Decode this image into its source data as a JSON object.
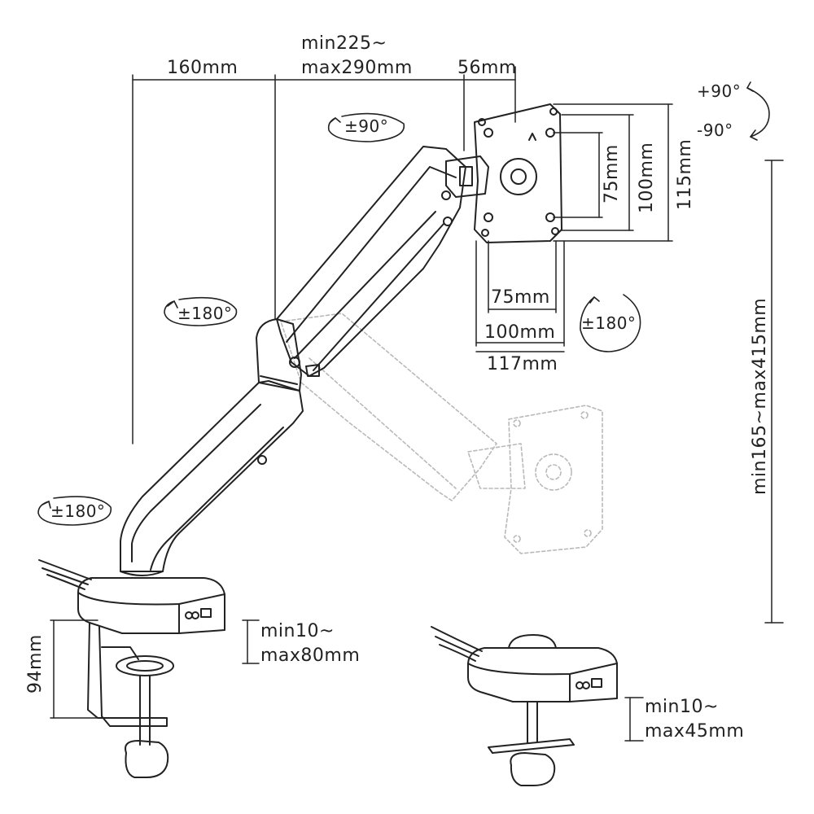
{
  "colors": {
    "line": "#222222",
    "ghost": "#b9b9b9",
    "background": "#ffffff"
  },
  "dimensions": {
    "arm_reach": "160mm",
    "extension_line1": "min225~",
    "extension_line2": "max290mm",
    "plate_offset": "56mm",
    "vesa_small_h": "75mm",
    "vesa_large_h": "100mm",
    "plate_h": "115mm",
    "vesa_small_w": "75mm",
    "vesa_large_w": "100mm",
    "plate_w": "117mm",
    "height_range": "min165~max415mm",
    "clamp_height": "94mm",
    "clamp_range_line1": "min10~",
    "clamp_range_line2": "max80mm",
    "grommet_range_line1": "min10~",
    "grommet_range_line2": "max45mm"
  },
  "rotations": {
    "tilt_up": "+90°",
    "tilt_down": "-90°",
    "swivel_head": "±90°",
    "swivel_arm": "±180°",
    "swivel_base": "±180°",
    "plate_rotation": "±180°"
  },
  "icons": [
    "arm-mount-illustration",
    "clamp-base-illustration",
    "grommet-base-illustration",
    "rotation-arrow-icon"
  ]
}
